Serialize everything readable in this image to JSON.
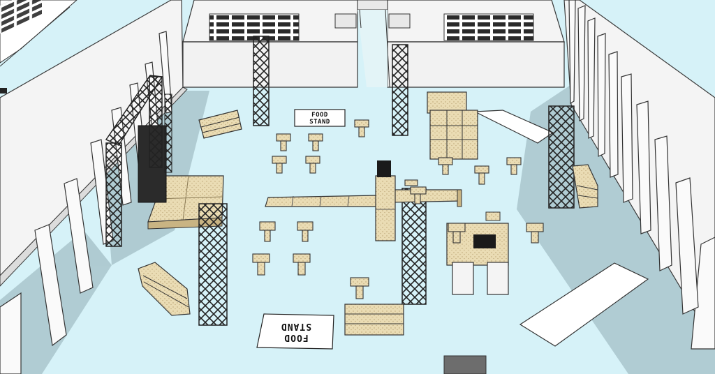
{
  "scene": {
    "view": "isometric 3D trade-show floor plan",
    "colors": {
      "floor": "#d6f2f8",
      "wall": "#f4f4f4",
      "wall_edge": "#3a3a3a",
      "shadow": "#a9c5cc",
      "wood": "#eadcb4",
      "wood_dark": "#c9b483",
      "truss": "#222222",
      "screen": "#2b2b2b"
    }
  },
  "signs": [
    {
      "id": "food-stand-sign-north",
      "lines": [
        "FOOD",
        "STAND"
      ]
    },
    {
      "id": "food-stand-sign-south",
      "lines": [
        "FOOD",
        "STAND"
      ],
      "rotated": true
    }
  ],
  "objects": {
    "side_walls": 2,
    "back_rooms": 2,
    "truss_towers": 6,
    "overhead_truss_arch": 1,
    "stage_platform": 1,
    "catwalk": 1,
    "shelving_units": 5,
    "high_tables": 17,
    "floor_mats": 2,
    "display_booth": 1
  }
}
